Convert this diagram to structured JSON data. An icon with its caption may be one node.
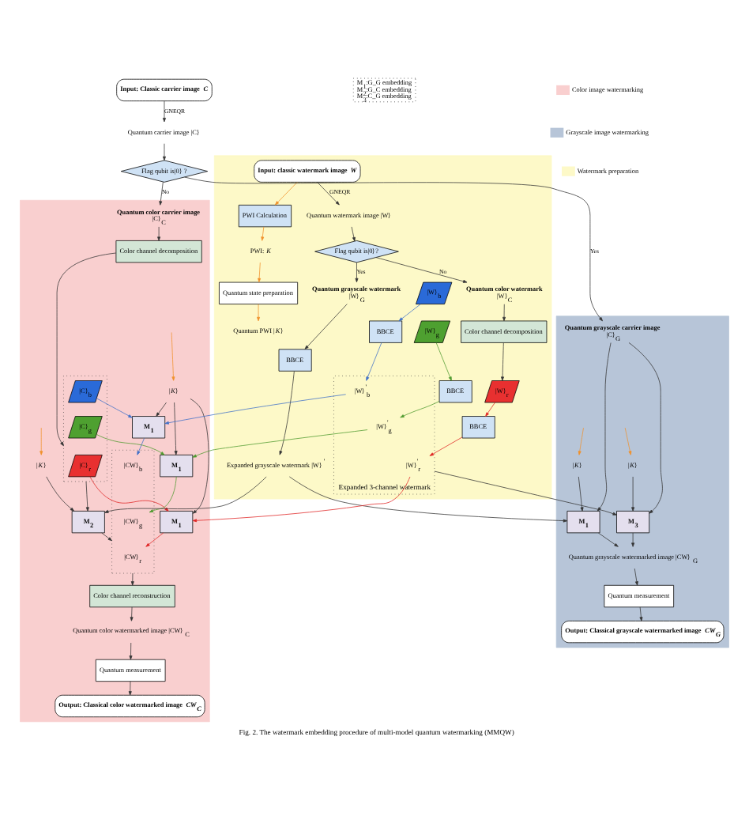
{
  "diagram": {
    "caption": "Fig. 2. The watermark embedding procedure of multi-model quantum watermarking (MMQW)",
    "nodes": [
      {
        "text": [],
        "shape": "box"
      },
      {
        "text": [],
        "shape": "box"
      },
      {
        "text": [],
        "shape": "box"
      },
      {
        "text": [
          "Input: Classic carrier image *C*"
        ]
      },
      {
        "text": [
          "Quantum carrier image |C⟩"
        ]
      },
      {
        "text": [
          "Flag qubit is|0⟩ ?"
        ]
      },
      {
        "text": [
          "**Quantum color carrier image**",
          "|C⟩$_{C}$"
        ],
        "in": 0
      },
      {
        "text": [
          "Color channel decomposition"
        ],
        "in": 0
      },
      {
        "text": [],
        "shape": "box",
        "in": 0
      },
      {
        "text": [
          "|C⟩$_{r}$"
        ],
        "in": 8
      },
      {
        "text": [
          "|C⟩$_{g}$"
        ],
        "in": 8
      },
      {
        "text": [
          "|C⟩$_{b}$"
        ],
        "in": 8
      },
      {
        "text": [
          "M$_{2}$"
        ],
        "in": 0
      },
      {
        "text": [
          "|*K*⟩"
        ],
        "in": 0
      },
      {
        "text": [
          "M$_{1}$"
        ],
        "in": 0
      },
      {
        "text": [
          "|*K*⟩"
        ],
        "in": 0
      },
      {
        "text": [
          "M$_{1}$"
        ],
        "in": 0
      },
      {
        "text": [
          "M$_{1}$"
        ],
        "in": 0
      },
      {
        "text": [],
        "shape": "box",
        "in": 0
      },
      {
        "text": [
          "|CW⟩$_{r}$"
        ],
        "in": 18
      },
      {
        "text": [
          "|CW⟩$_{g}$"
        ],
        "in": 18
      },
      {
        "text": [
          "|CW⟩$_{b}$"
        ],
        "in": 18
      },
      {
        "text": [
          "Color channel reconstruction"
        ],
        "in": 0
      },
      {
        "text": [
          "Quantum color watermarked image |CW⟩$_{C}$"
        ],
        "in": 0
      },
      {
        "text": [
          "Quantum measurement"
        ],
        "in": 0
      },
      {
        "text": [
          "Output: Classical color watermarked image *CW$_{C}$*"
        ],
        "in": 0
      },
      {
        "text": [
          "Expanded grayscale watermark |W⟩$^{'}$"
        ],
        "in": 1
      },
      {
        "text": [
          "BBCE"
        ],
        "in": 1
      },
      {
        "text": [
          "**Quantum grayscale watermark**",
          "|W⟩$_{G}$"
        ],
        "in": 1
      },
      {
        "text": [
          "Flag qubit is|0⟩?"
        ],
        "in": 1
      },
      {
        "text": [
          "Input: classic watermark image *W*"
        ],
        "in": 1
      },
      {
        "text": [
          "PWI Calculation"
        ],
        "in": 1
      },
      {
        "text": [
          "PWI: *K*"
        ],
        "in": 1
      },
      {
        "text": [
          "Quantum state preparation"
        ],
        "in": 1
      },
      {
        "text": [
          "Quantum PWI |*K*⟩"
        ],
        "in": 1
      },
      {
        "text": [
          "Quantum watermark image |W⟩"
        ],
        "in": 1
      },
      {
        "text": [
          "**Quantum color watermark**",
          "|W⟩$_{C}$"
        ],
        "in": 1
      },
      {
        "text": [
          "Color channel decomposition"
        ],
        "in": 1
      },
      {
        "text": [
          "|W⟩$_{r}$"
        ],
        "in": 1
      },
      {
        "text": [
          "|W⟩$_{g}$"
        ],
        "in": 1
      },
      {
        "text": [
          "|W⟩$_{b}$"
        ],
        "in": 1
      },
      {
        "text": [
          "BBCE"
        ],
        "in": 1
      },
      {
        "text": [
          "BBCE"
        ],
        "in": 1
      },
      {
        "text": [
          "BBCE"
        ],
        "in": 1
      },
      {
        "text": [
          "Expanded 3-channel watermark"
        ],
        "in": 1
      },
      {
        "text": [
          "|W⟩$^{'}$$_{r}$"
        ],
        "in": 44
      },
      {
        "text": [
          "|W⟩$^{'}$$_{g}$"
        ],
        "in": 44
      },
      {
        "text": [
          "|W⟩$^{'}$$_{b}$"
        ],
        "in": 44
      },
      {
        "text": [
          "**Quantum grayscale carrier image**",
          "|C⟩$_{G}$"
        ],
        "in": 2
      },
      {
        "text": [
          "|*K*⟩"
        ],
        "in": 2
      },
      {
        "text": [
          "M$_{1}$"
        ],
        "in": 2
      },
      {
        "text": [
          "|*K*⟩"
        ],
        "in": 2
      },
      {
        "text": [
          "M$_{3}$"
        ],
        "in": 2
      },
      {
        "text": [
          "Quantum grayscale watermarked image |CW⟩$_{G}$"
        ],
        "in": 2
      },
      {
        "text": [
          "Quantum measurement"
        ],
        "in": 2
      },
      {
        "text": [
          "Output: Classical grayscale watermarked image *CW$_{G}$*"
        ],
        "in": 2
      },
      {
        "text": [
          "M$_{1}$:G_G embedding",
          "M$_{2}$:G_C embedding",
          "M$_{3}$:C_G embedding"
        ]
      }
    ],
    "edges": [
      {
        "from": 3,
        "to": 4,
        "arrow": "to",
        "label": "GNEQR"
      },
      {
        "from": 4,
        "to": 5,
        "arrow": "to"
      },
      {
        "from": 5,
        "to": 6,
        "arrow": "to",
        "label": "No"
      },
      {
        "from": 5,
        "to": 48,
        "arrow": "to",
        "label": "Yes"
      },
      {
        "from": 6,
        "to": 7,
        "arrow": "to"
      },
      {
        "from": 7,
        "to": 8,
        "arrow": "to"
      },
      {
        "from": 8,
        "to": 12,
        "arrow": "to"
      },
      {
        "from": 13,
        "to": 12,
        "arrow": "to"
      },
      {
        "from": 26,
        "to": 12,
        "arrow": "to"
      },
      {
        "from": 9,
        "to": 14,
        "arrow": "to",
        "color": "#e02424"
      },
      {
        "from": 10,
        "to": 16,
        "arrow": "to",
        "color": "#4e9a2e"
      },
      {
        "from": 11,
        "to": 17,
        "arrow": "to",
        "color": "#3d6fc8"
      },
      {
        "from": 15,
        "to": 17,
        "arrow": "to"
      },
      {
        "from": 15,
        "to": 16,
        "arrow": "to"
      },
      {
        "from": 15,
        "to": 14,
        "arrow": "to"
      },
      {
        "from": 47,
        "to": 17,
        "arrow": "to",
        "color": "#3d6fc8"
      },
      {
        "from": 46,
        "to": 16,
        "arrow": "to",
        "color": "#4e9a2e"
      },
      {
        "from": 45,
        "to": 14,
        "arrow": "to",
        "color": "#e02424"
      },
      {
        "from": 17,
        "to": 21,
        "arrow": "to",
        "color": "#3d6fc8"
      },
      {
        "from": 16,
        "to": 20,
        "arrow": "to",
        "color": "#4e9a2e"
      },
      {
        "from": 14,
        "to": 19,
        "arrow": "to",
        "color": "#e02424"
      },
      {
        "from": 12,
        "to": 18,
        "arrow": "to"
      },
      {
        "from": 18,
        "to": 22,
        "arrow": "to"
      },
      {
        "from": 22,
        "to": 23,
        "arrow": "to"
      },
      {
        "from": 23,
        "to": 24,
        "arrow": "to"
      },
      {
        "from": 24,
        "to": 25,
        "arrow": "to"
      },
      {
        "from": 27,
        "to": 26,
        "arrow": "to"
      },
      {
        "from": 28,
        "to": 27,
        "arrow": "to"
      },
      {
        "from": 29,
        "to": 28,
        "arrow": "to",
        "label": "Yes"
      },
      {
        "from": 30,
        "to": 35,
        "arrow": "to",
        "label": "GNEQR"
      },
      {
        "from": 35,
        "to": 29,
        "arrow": "to"
      },
      {
        "from": 29,
        "to": 36,
        "arrow": "to",
        "label": "No"
      },
      {
        "from": 36,
        "to": 37,
        "arrow": "to"
      },
      {
        "from": 37,
        "to": 38,
        "arrow": "to"
      },
      {
        "from": 30,
        "to": 31,
        "arrow": "to",
        "color": "#f0902a"
      },
      {
        "from": 31,
        "to": 32,
        "arrow": "to",
        "color": "#f0902a"
      },
      {
        "from": 32,
        "to": 33,
        "arrow": "to",
        "color": "#f0902a"
      },
      {
        "from": 33,
        "to": 34,
        "arrow": "to",
        "color": "#f0902a"
      },
      {
        "from": 38,
        "to": 41,
        "arrow": "to",
        "color": "#e02424"
      },
      {
        "from": 39,
        "to": 42,
        "arrow": "to",
        "color": "#4e9a2e"
      },
      {
        "from": 40,
        "to": 43,
        "arrow": "to",
        "color": "#3d6fc8"
      },
      {
        "from": 41,
        "to": 45,
        "arrow": "to",
        "color": "#e02424"
      },
      {
        "from": 42,
        "to": 46,
        "arrow": "to",
        "color": "#4e9a2e"
      },
      {
        "from": 43,
        "to": 47,
        "arrow": "to",
        "color": "#3d6fc8"
      },
      {
        "from": 26,
        "to": 50,
        "arrow": "to"
      },
      {
        "from": 44,
        "to": 52,
        "arrow": "to"
      },
      {
        "from": 48,
        "to": 50,
        "arrow": "to"
      },
      {
        "from": 48,
        "to": 52,
        "arrow": "to"
      },
      {
        "from": 49,
        "to": 50,
        "arrow": "to"
      },
      {
        "from": 51,
        "to": 52,
        "arrow": "to"
      },
      {
        "from": 50,
        "to": 53,
        "arrow": "to"
      },
      {
        "from": 52,
        "to": 53,
        "arrow": "to"
      },
      {
        "from": 53,
        "to": 54,
        "arrow": "to"
      },
      {
        "from": 54,
        "to": 55,
        "arrow": "to"
      },
      {
        "from": null,
        "to": 13,
        "arrow": "to",
        "color": "#f0902a"
      },
      {
        "from": null,
        "to": 15,
        "arrow": "to",
        "color": "#f0902a"
      },
      {
        "from": null,
        "to": 49,
        "arrow": "to",
        "color": "#f0902a"
      },
      {
        "from": null,
        "to": 51,
        "arrow": "to",
        "color": "#f0902a"
      }
    ],
    "legend": [
      {
        "text": "Color image watermarking",
        "color": "#f9cfcf"
      },
      {
        "text": "Grayscale image watermarking",
        "color": "#b7c5d8"
      },
      {
        "text": "Watermark preparation",
        "color": "#fdf9c8"
      }
    ]
  }
}
